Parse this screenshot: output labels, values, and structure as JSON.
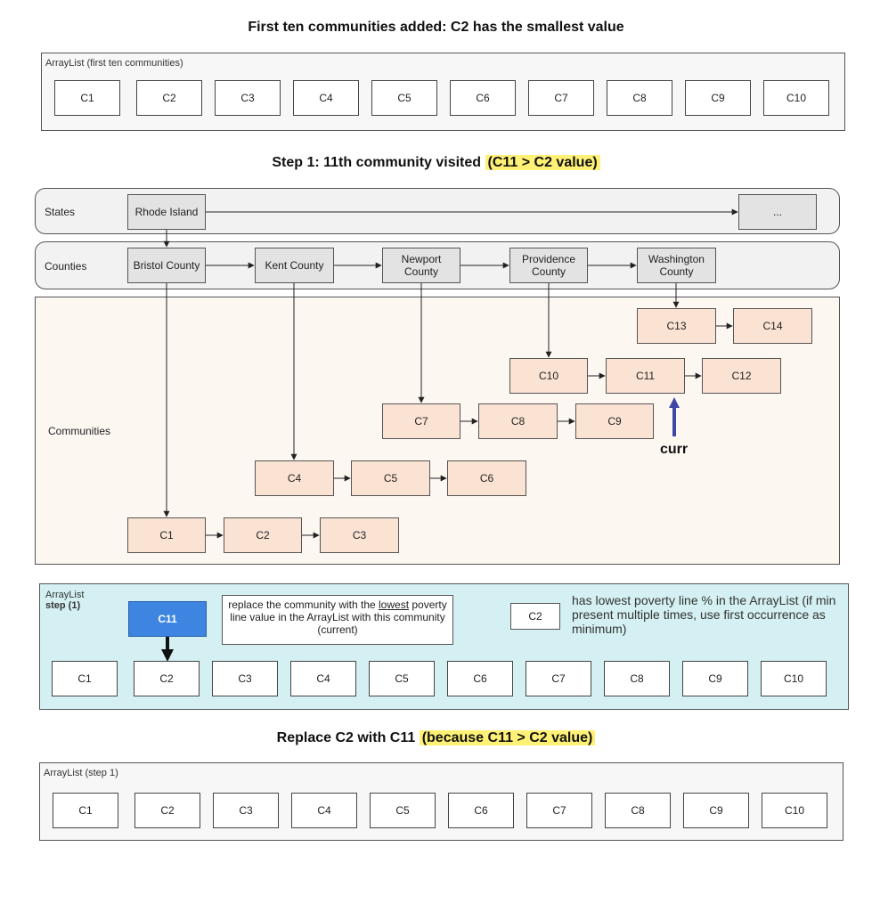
{
  "titles": {
    "top": "First ten communities added: C2 has the smallest value",
    "step1_prefix": "Step 1: 11th community visited ",
    "step1_highlight": "(C11 > C2 value)",
    "replace_prefix": "Replace C2 with C11 ",
    "replace_highlight": "(because C11 > C2 value)"
  },
  "arraylist_top": {
    "label": "ArrayList (first ten communities)",
    "cells": [
      "C1",
      "C2",
      "C3",
      "C4",
      "C5",
      "C6",
      "C7",
      "C8",
      "C9",
      "C10"
    ]
  },
  "lanes": {
    "states": "States",
    "counties": "Counties",
    "communities": "Communities"
  },
  "states": {
    "first": "Rhode Island",
    "more": "..."
  },
  "counties": [
    "Bristol County",
    "Kent County",
    "Newport County",
    "Providence County",
    "Washington County"
  ],
  "communities": [
    "C1",
    "C2",
    "C3",
    "C4",
    "C5",
    "C6",
    "C7",
    "C8",
    "C9",
    "C10",
    "C11",
    "C12",
    "C13",
    "C14"
  ],
  "curr_label": "curr",
  "step_panel": {
    "label_line1": "ArrayList",
    "label_line2": "step (1)",
    "current_node": "C11",
    "instruction_before": "replace the community with the ",
    "instruction_underlined": "lowest",
    "instruction_after": " poverty line value in the ArrayList with this community (current)",
    "min_box": "C2",
    "min_note": "has lowest poverty line % in the ArrayList (if min present multiple times, use first occurrence as minimum)",
    "cells": [
      "C1",
      "C2",
      "C3",
      "C4",
      "C5",
      "C6",
      "C7",
      "C8",
      "C9",
      "C10"
    ]
  },
  "arraylist_bottom": {
    "label": "ArrayList (step 1)",
    "cells": [
      "C1",
      "C2",
      "C3",
      "C4",
      "C5",
      "C6",
      "C7",
      "C8",
      "C9",
      "C10"
    ]
  },
  "colors": {
    "community_fill": "#fbe3d3",
    "county_fill": "#e3e3e3",
    "panel_fill": "#d4f0f2",
    "current_fill": "#3d85e0",
    "curr_arrow": "#3f46a8",
    "highlight": "#fff176"
  }
}
